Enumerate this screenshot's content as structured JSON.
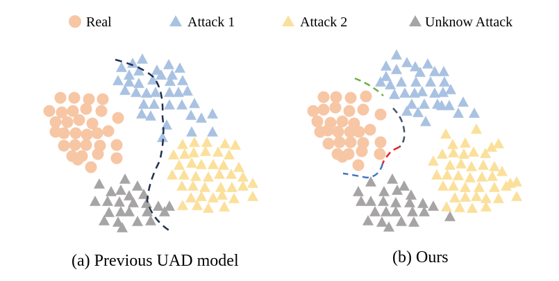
{
  "legend": [
    {
      "label": "Real",
      "marker": "circle",
      "color": "#f7c6a4"
    },
    {
      "label": "Attack 1",
      "marker": "triangle",
      "color": "#a9c2e2"
    },
    {
      "label": "Attack 2",
      "marker": "triangle",
      "color": "#fbe09b"
    },
    {
      "label": "Unknow Attack",
      "marker": "triangle",
      "color": "#a6a4a4"
    }
  ],
  "panels": [
    {
      "caption": "(a) Previous UAD model",
      "boundaries": [
        {
          "color": "#1e3050",
          "style": "dashed"
        }
      ]
    },
    {
      "caption": "(b) Ours",
      "boundaries": [
        {
          "color": "#70ad47",
          "style": "dashed"
        },
        {
          "color": "#44546a",
          "style": "dashed"
        },
        {
          "color": "#e8201c",
          "style": "dashed"
        },
        {
          "color": "#4472c4",
          "style": "dashed"
        }
      ]
    }
  ]
}
